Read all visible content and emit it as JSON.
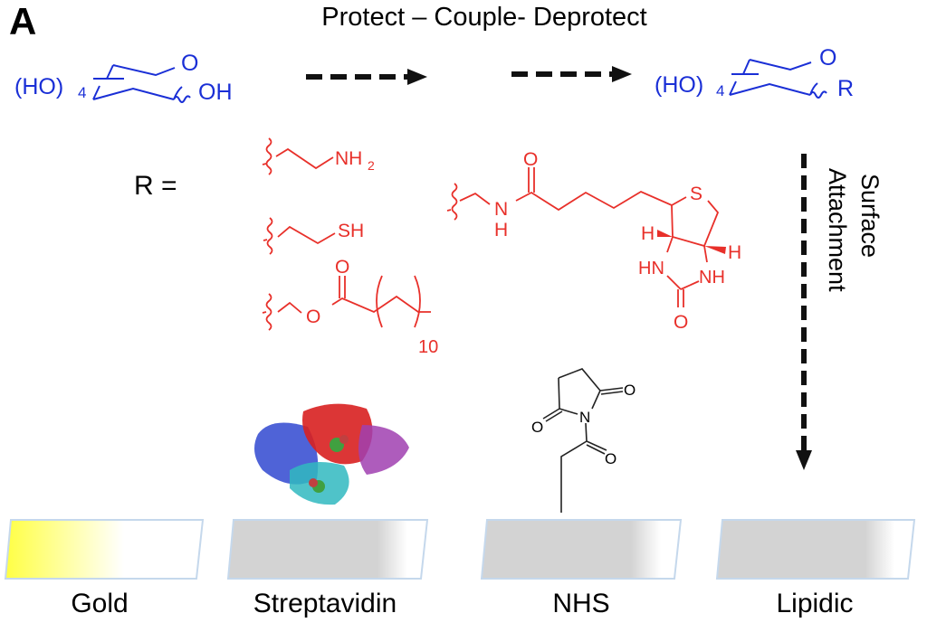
{
  "panel_label": "A",
  "title": "Protect – Couple- Deprotect",
  "start_sugar": {
    "prefix": "(HO)",
    "subscript": "4",
    "ring_o": "O",
    "substituent": "OH"
  },
  "product_sugar": {
    "prefix": "(HO)",
    "subscript": "4",
    "ring_o": "O",
    "substituent": "R"
  },
  "r_label": "R =",
  "r_groups": {
    "amine": {
      "group": "NH",
      "subscript": "2"
    },
    "thiol": {
      "group": "SH"
    },
    "ester": {
      "carbonyl_o": "O",
      "ether_o": "O",
      "repeat": "10"
    },
    "biotin": {
      "n": "N",
      "nh_h": "H",
      "carbonyl_o": "O",
      "s": "S",
      "h_left": "H",
      "h_right": "H",
      "hn": "HN",
      "nh": "NH",
      "urea_o": "O"
    }
  },
  "side_arrow": {
    "line1": "Surface",
    "line2": "Attachment"
  },
  "nhs": {
    "n": "N",
    "o1": "O",
    "o2": "O",
    "o3": "O"
  },
  "surfaces": [
    {
      "label": "Gold"
    },
    {
      "label": "Streptavidin"
    },
    {
      "label": "NHS"
    },
    {
      "label": "Lipidic"
    }
  ],
  "colors": {
    "sugar": "#1a2fd6",
    "linker": "#e8302a",
    "gold": "#ffff44",
    "slide": "#d3d3d3"
  }
}
